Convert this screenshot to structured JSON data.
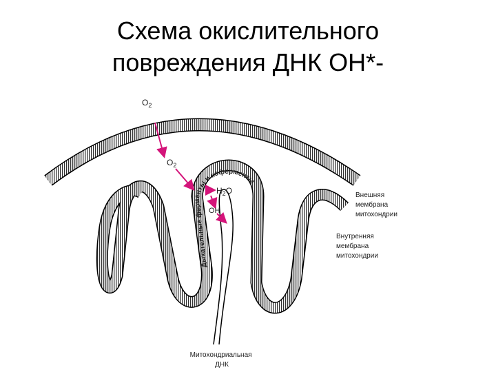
{
  "title": {
    "line1": "Схема окислительного",
    "line2": "повреждения ДНК ОН*-"
  },
  "diagram": {
    "o2_top": "O",
    "o2_top_sub": "2",
    "o2_mid": "O",
    "o2_mid_sub": "2",
    "h2o_h": "H",
    "h2o_sub": "2",
    "h2o_o": "O",
    "oh_radical": "OH",
    "enzymes_label": "Дыхательные ферменты и коферменты",
    "outer_membrane": [
      "Внешняя",
      "мембрана",
      "митохондрии"
    ],
    "inner_membrane": [
      "Внутренняя",
      "мембрана",
      "митохондрии"
    ],
    "mito_dna": [
      "Митохондриальная",
      "ДНК"
    ],
    "arrow_color": "#d4147a"
  }
}
